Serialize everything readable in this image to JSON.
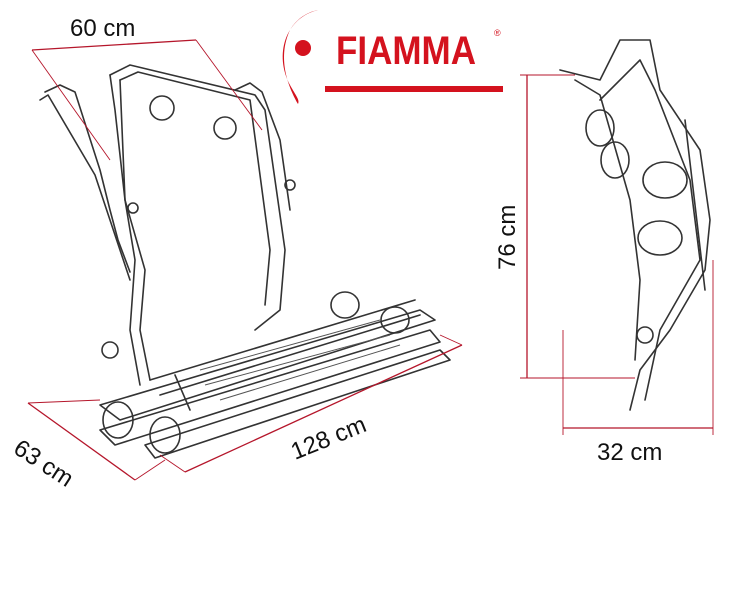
{
  "logo": {
    "text": "FIAMMA",
    "mark": "®",
    "color": "#d4121e"
  },
  "dimensions": {
    "width_top": "60 cm",
    "depth": "63 cm",
    "length": "128 cm",
    "height": "76 cm",
    "side_depth": "32 cm"
  },
  "colors": {
    "dimension_line": "#b5162b",
    "drawing": "#333333"
  }
}
